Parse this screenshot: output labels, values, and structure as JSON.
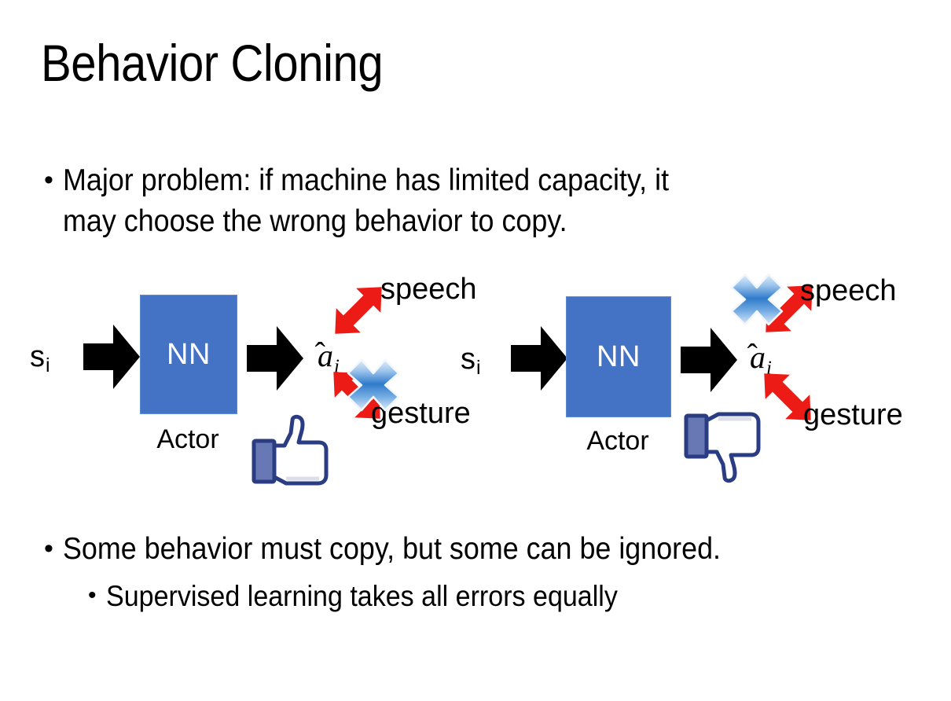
{
  "slide": {
    "title": "Behavior Cloning",
    "background_color": "#FFFFFF"
  },
  "bullets": [
    {
      "marker": "•",
      "level": 1,
      "text": "Major problem: if machine has limited capacity, it\nmay choose the wrong behavior to copy."
    },
    {
      "marker": "•",
      "level": 1,
      "text": "Some behavior must copy, but some can be ignored."
    },
    {
      "marker": "•",
      "level": 2,
      "text": "Supervised learning takes all errors equally"
    }
  ],
  "diagrams": [
    {
      "id": "left",
      "input_label": "s",
      "input_subscript": "i",
      "network_label": "NN",
      "network_caption": "Actor",
      "output_label": "a",
      "output_subscript": "i",
      "output_has_hat": true,
      "branches": [
        {
          "name": "speech",
          "label": "speech",
          "direction": "up-right",
          "crossed_out": false
        },
        {
          "name": "gesture",
          "label": "gesture",
          "direction": "down-right",
          "crossed_out": true
        }
      ],
      "verdict_icon": "thumbs-up-icon"
    },
    {
      "id": "right",
      "input_label": "s",
      "input_subscript": "i",
      "network_label": "NN",
      "network_caption": "Actor",
      "output_label": "a",
      "output_subscript": "i",
      "output_has_hat": true,
      "branches": [
        {
          "name": "speech",
          "label": "speech",
          "direction": "up-right",
          "crossed_out": true
        },
        {
          "name": "gesture",
          "label": "gesture",
          "direction": "down-right",
          "crossed_out": false
        }
      ],
      "verdict_icon": "thumbs-down-icon"
    }
  ],
  "colors": {
    "network_fill": "#4472C4",
    "network_border": "#5B8BD6",
    "network_text": "#FFFFFF",
    "flow_arrow": "#000000",
    "branch_arrow": "#ED1B15",
    "cross_blue_light": "#CFE2F7",
    "cross_blue_mid": "#3E86D0",
    "cross_blue_deep": "#1F6FC4",
    "thumb_outline": "#2B3D82",
    "thumb_fill": "#FFFFFF",
    "thumb_cuff": "#6878B4",
    "text": "#000000"
  }
}
